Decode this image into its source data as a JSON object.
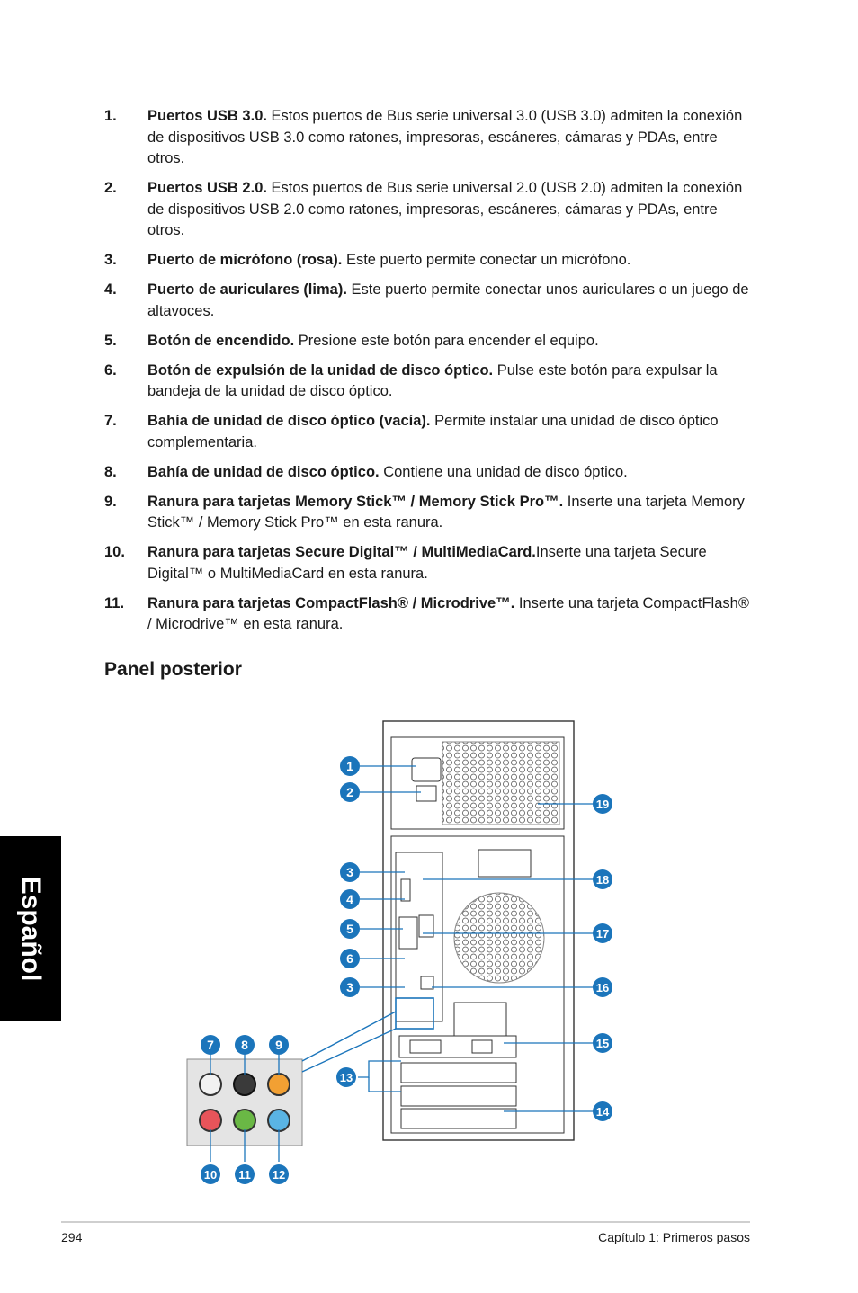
{
  "side_tab": "Español",
  "items": [
    {
      "num": "1.",
      "bold": "Puertos USB 3.0.",
      "text": " Estos puertos de Bus serie universal 3.0 (USB 3.0) admiten la conexión de dispositivos USB 3.0 como ratones, impresoras, escáneres, cámaras y PDAs, entre otros."
    },
    {
      "num": "2.",
      "bold": "Puertos USB 2.0.",
      "text": " Estos puertos de Bus serie universal 2.0 (USB 2.0) admiten la conexión de dispositivos USB 2.0 como ratones, impresoras, escáneres, cámaras y PDAs, entre otros."
    },
    {
      "num": "3.",
      "bold": "Puerto de micrófono (rosa).",
      "text": " Este puerto permite conectar un micrófono."
    },
    {
      "num": "4.",
      "bold": "Puerto de auriculares (lima).",
      "text": " Este puerto permite conectar unos auriculares o un juego de altavoces."
    },
    {
      "num": "5.",
      "bold": "Botón de encendido.",
      "text": " Presione este botón para encender el equipo."
    },
    {
      "num": "6.",
      "bold": "Botón de expulsión de la unidad de disco óptico.",
      "text": " Pulse este botón para expulsar la bandeja de la unidad de disco óptico."
    },
    {
      "num": "7.",
      "bold": "Bahía de unidad de disco óptico (vacía).",
      "text": " Permite instalar una unidad de disco óptico complementaria."
    },
    {
      "num": "8.",
      "bold": "Bahía de unidad de disco óptico.",
      "text": " Contiene una unidad de disco óptico."
    },
    {
      "num": "9.",
      "bold": "Ranura para tarjetas Memory Stick™ / Memory Stick Pro™.",
      "text": " Inserte una tarjeta Memory Stick™ / Memory Stick Pro™ en esta ranura."
    },
    {
      "num": "10.",
      "bold": "Ranura para tarjetas Secure Digital™ / MultiMediaCard.",
      "text": "Inserte una tarjeta Secure Digital™ o MultiMediaCard en esta ranura."
    },
    {
      "num": "11.",
      "bold": "Ranura para tarjetas CompactFlash® / Microdrive™.",
      "text": " Inserte una tarjeta CompactFlash® / Microdrive™ en esta ranura."
    }
  ],
  "section_title": "Panel posterior",
  "callouts": [
    "1",
    "2",
    "3",
    "4",
    "5",
    "6",
    "3",
    "7",
    "8",
    "9",
    "10",
    "11",
    "12",
    "13",
    "14",
    "15",
    "16",
    "17",
    "18",
    "19"
  ],
  "colors": {
    "callout": "#1b75bb",
    "pink": "#e8545a",
    "lime": "#6ab845",
    "blue": "#5ab4e4",
    "orange": "#f2a033"
  },
  "footer": {
    "page": "294",
    "chapter": "Capítulo 1: Primeros pasos"
  }
}
